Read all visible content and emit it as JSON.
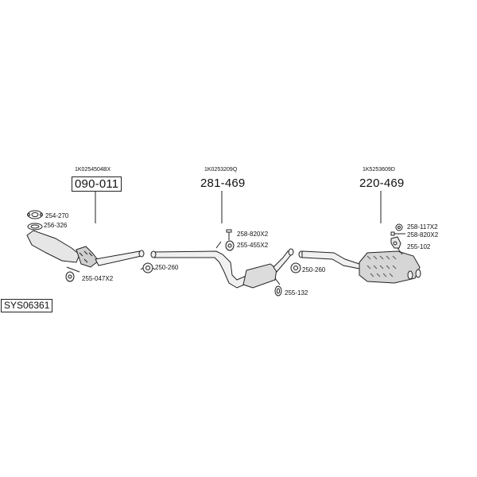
{
  "system_code": "SYS06361",
  "sections": [
    {
      "oem": "1K0254504BX",
      "part": "090-011"
    },
    {
      "oem": "1K0253209Q",
      "part": "281-469"
    },
    {
      "oem": "1K5253609D",
      "part": "220-469"
    }
  ],
  "parts": {
    "gasket_a": "254-270",
    "gasket_b": "256-326",
    "mount_front": "255-047X2",
    "clamp_1": "250-260",
    "bolt_mid": "258-820X2",
    "mount_mid": "255-455X2",
    "clamp_2": "250-260",
    "mount_center": "255-132",
    "ring_rear": "258-117X2",
    "bolt_rear": "258-820X2",
    "mount_rear": "255-102"
  }
}
